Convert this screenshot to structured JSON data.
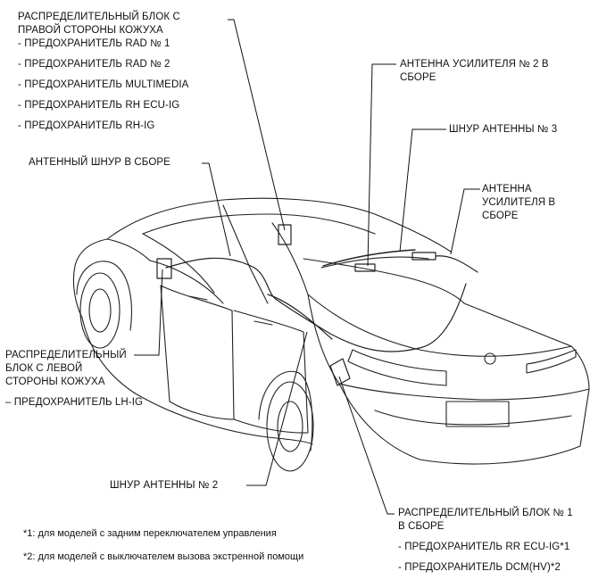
{
  "labels": {
    "rh_block": {
      "title": [
        "РАСПРЕДЕЛИТЕЛЬНЫЙ БЛОК С",
        "ПРАВОЙ СТОРОНЫ КОЖУХА"
      ],
      "items": [
        "- ПРЕДОХРАНИТЕЛЬ RAD № 1",
        "- ПРЕДОХРАНИТЕЛЬ RAD № 2",
        "- ПРЕДОХРАНИТЕЛЬ MULTIMEDIA",
        "- ПРЕДОХРАНИТЕЛЬ RH ECU-IG",
        "- ПРЕДОХРАНИТЕЛЬ RH-IG"
      ]
    },
    "antenna_cord_assy": "АНТЕННЫЙ ШНУР В СБОРЕ",
    "lh_block": {
      "title": [
        "РАСПРЕДЕЛИТЕЛЬНЫЙ",
        "БЛОК С ЛЕВОЙ",
        "СТОРОНЫ КОЖУХА"
      ],
      "items": [
        "– ПРЕДОХРАНИТЕЛЬ LH-IG"
      ]
    },
    "antenna_cord_2": "ШНУР АНТЕННЫ № 2",
    "amp_antenna_2": [
      "АНТЕННА УСИЛИТЕЛЯ № 2 В",
      "СБОРЕ"
    ],
    "antenna_cord_3": "ШНУР АНТЕННЫ № 3",
    "amp_antenna": [
      "АНТЕННА",
      "УСИЛИТЕЛЯ В",
      "СБОРЕ"
    ],
    "block_1": {
      "title": [
        "РАСПРЕДЕЛИТЕЛЬНЫЙ БЛОК № 1",
        "В СБОРЕ"
      ],
      "items": [
        "- ПРЕДОХРАНИТЕЛЬ RR ECU-IG*1",
        "- ПРЕДОХРАНИТЕЛЬ DCM(HV)*2"
      ]
    }
  },
  "footnotes": [
    "*1: для моделей с задним переключателем управления",
    "*2: для моделей с выключателем вызова экстренной помощи"
  ]
}
